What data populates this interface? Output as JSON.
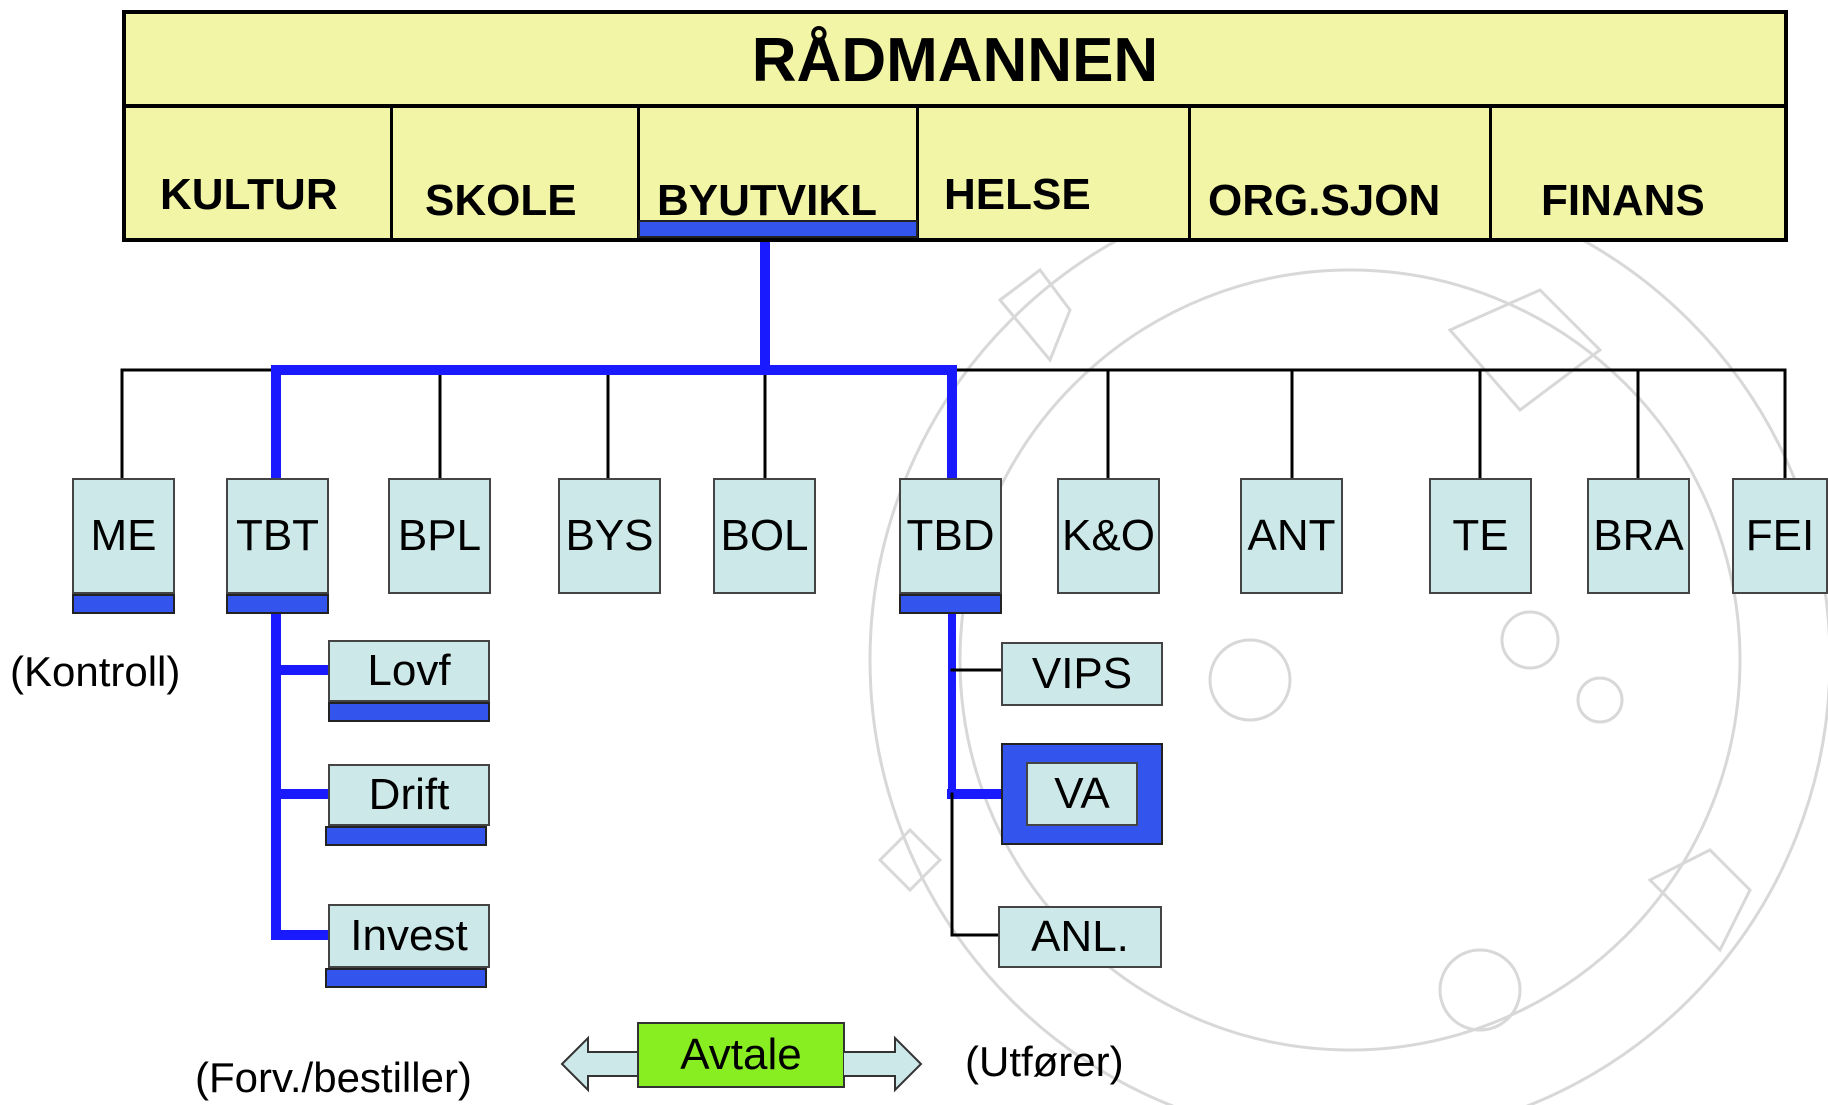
{
  "header": {
    "title": "RÅDMANNEN",
    "departments": [
      "KULTUR",
      "SKOLE",
      "BYUTVIKL",
      "HELSE",
      "ORG.SJON",
      "FINANS"
    ]
  },
  "units": [
    "ME",
    "TBT",
    "BPL",
    "BYS",
    "BOL",
    "TBD",
    "K&O",
    "ANT",
    "TE",
    "BRA",
    "FEI"
  ],
  "tbt_children": [
    "Lovf",
    "Drift",
    "Invest"
  ],
  "tbd_children": [
    "VIPS",
    "VA",
    "ANL."
  ],
  "notes": {
    "kontroll": "(Kontroll)",
    "bestiller": "(Forv./bestiller)",
    "utforer": "(Utfører)"
  },
  "agreement": "Avtale",
  "colors": {
    "header_fill": "#f2f4a6",
    "unit_fill": "#cde8e8",
    "link_blue": "#1a1aff",
    "agreement_fill": "#88ee22"
  }
}
